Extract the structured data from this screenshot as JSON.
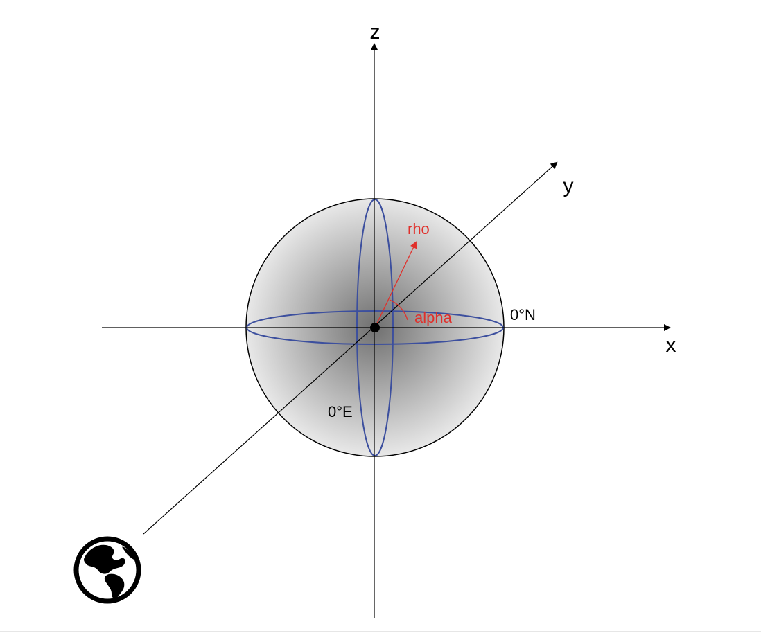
{
  "axes": {
    "x_label": "x",
    "y_label": "y",
    "z_label": "z"
  },
  "labels": {
    "latitude_zero": "0°N",
    "longitude_zero": "0°E",
    "rho": "rho",
    "alpha": "alpha"
  },
  "icons": {
    "observer": "globe-icon"
  },
  "colors": {
    "axis": "#000000",
    "sphere_outline": "#000000",
    "great_circle": "#3c4f9e",
    "vector": "#e0302b",
    "sphere_center_fill": "#000000",
    "sphere_shade_dark": "#6f6f6f",
    "sphere_shade_light": "#e6e6e6"
  }
}
